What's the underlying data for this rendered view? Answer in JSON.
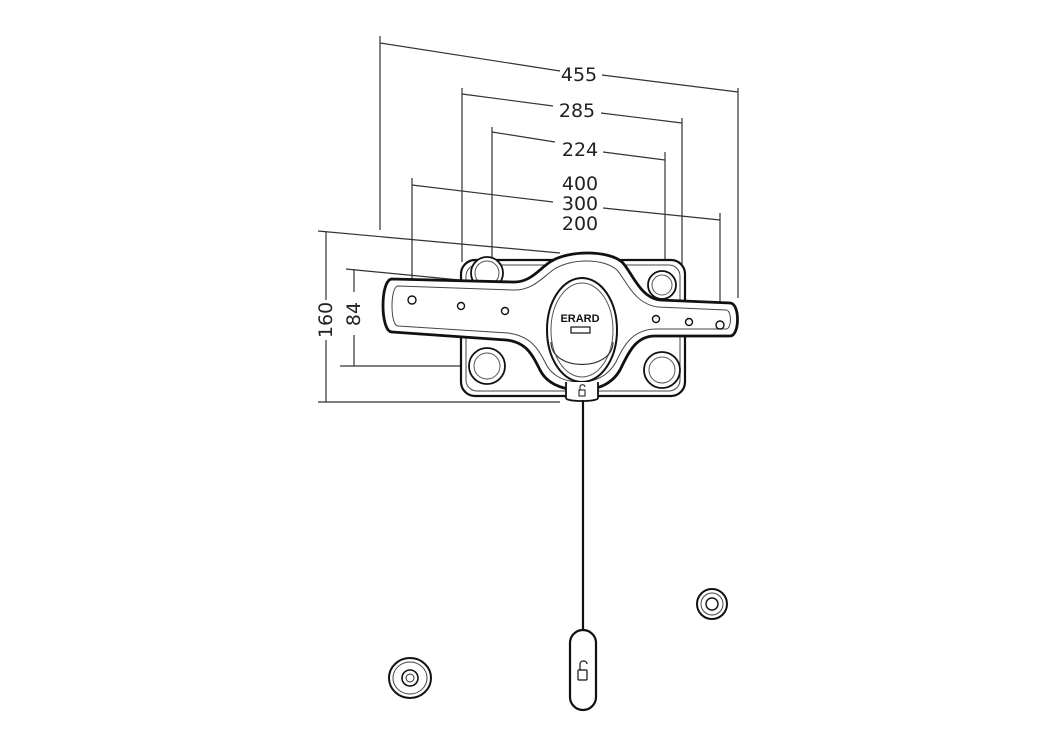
{
  "dimensions": {
    "width_455": "455",
    "width_285": "285",
    "width_224": "224",
    "width_400": "400",
    "width_300": "300",
    "width_200": "200",
    "height_160": "160",
    "height_84": "84"
  },
  "brand": {
    "logo_text": "ERARD"
  },
  "colors": {
    "line": "#1a1a1a",
    "dimension_line": "#333333",
    "background": "#ffffff"
  }
}
